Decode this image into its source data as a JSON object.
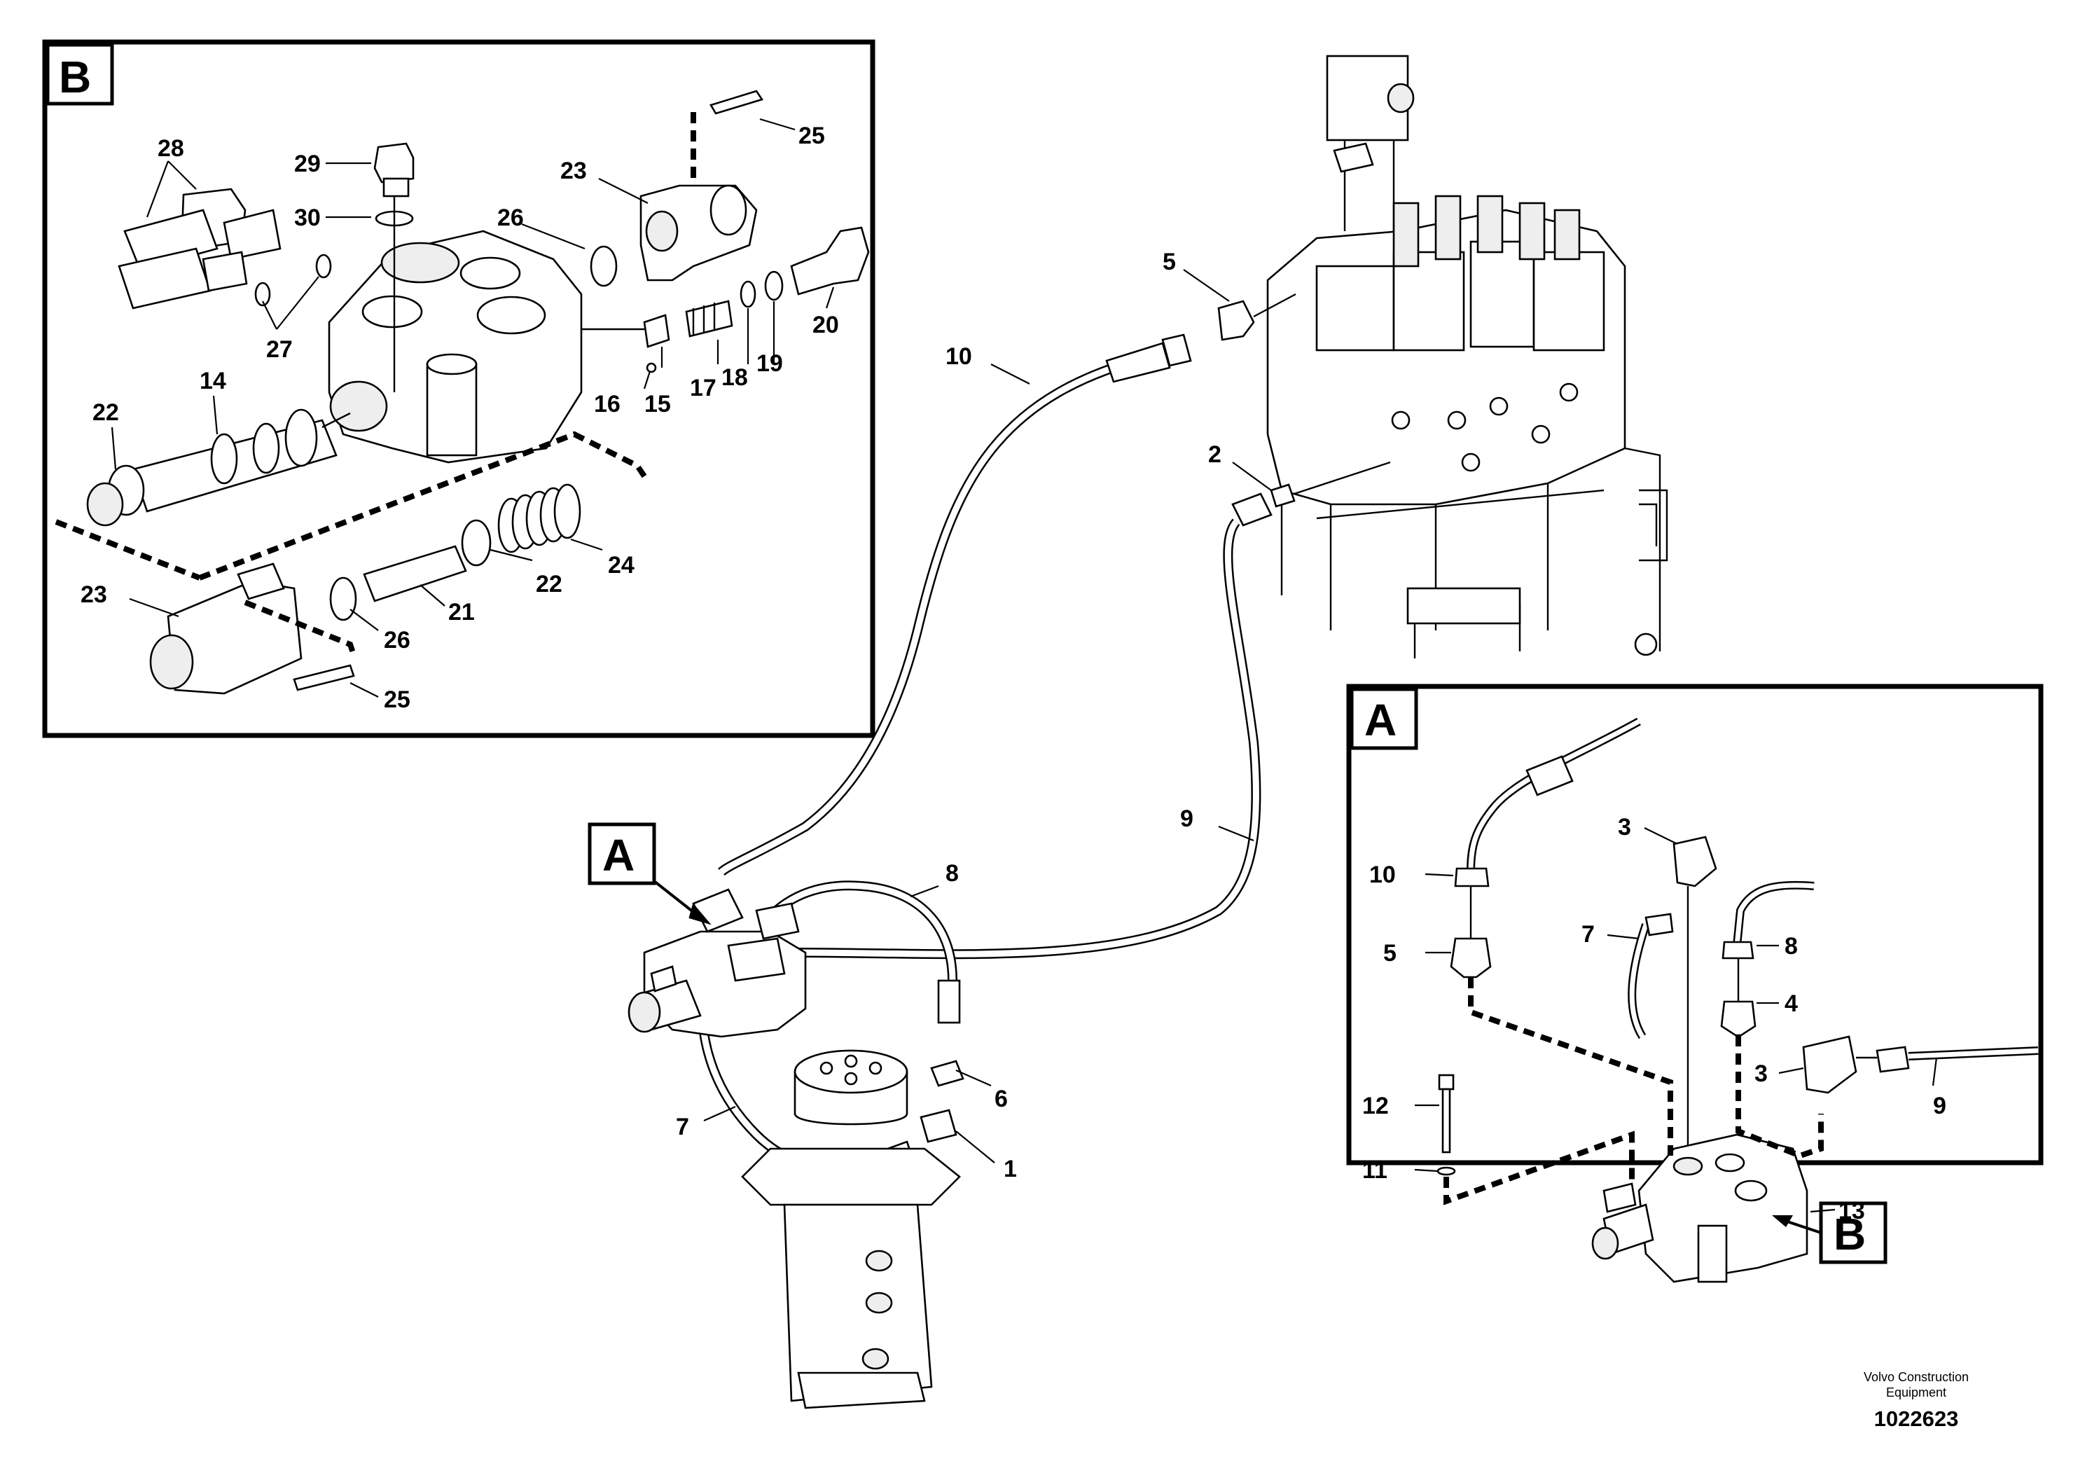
{
  "callouts": {
    "b_tag": "B",
    "a_tag": "A",
    "a_tag_main": "A",
    "b_tag_inset": "B"
  },
  "inset_b": {
    "p28": "28",
    "p29": "29",
    "p30": "30",
    "p23a": "23",
    "p25a": "25",
    "p26a": "26",
    "p27": "27",
    "p20": "20",
    "p19": "19",
    "p18": "18",
    "p17": "17",
    "p15": "15",
    "p16": "16",
    "p14": "14",
    "p22a": "22",
    "p24": "24",
    "p22b": "22",
    "p21": "21",
    "p23b": "23",
    "p26b": "26",
    "p25b": "25"
  },
  "main": {
    "p5": "5",
    "p10": "10",
    "p2": "2",
    "p9": "9",
    "p8": "8",
    "p6": "6",
    "p7": "7",
    "p1": "1"
  },
  "inset_a": {
    "p3a": "3",
    "p10": "10",
    "p5": "5",
    "p7": "7",
    "p8": "8",
    "p4": "4",
    "p3b": "3",
    "p9": "9",
    "p12": "12",
    "p11": "11",
    "p13": "13"
  },
  "footer": {
    "credit_line1": "Volvo Construction",
    "credit_line2": "Equipment",
    "doc_number": "1022623"
  }
}
